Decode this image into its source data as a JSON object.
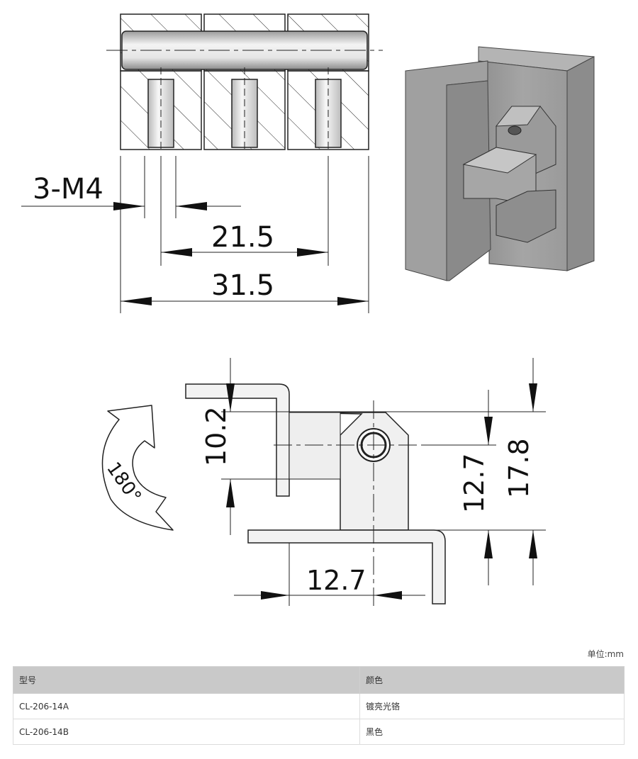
{
  "drawing": {
    "top_view": {
      "thread_label": "3-M4",
      "dim_hole_pitch": "21.5",
      "dim_total_length": "31.5"
    },
    "side_view": {
      "rotation_label": "180°",
      "dim_leaf_height": "10.2",
      "dim_pin_height": "12.7",
      "dim_overall_height": "17.8",
      "dim_offset": "12.7"
    }
  },
  "unit_note": "单位:mm",
  "spec_table": {
    "headers": [
      "型号",
      "颜色"
    ],
    "rows": [
      [
        "CL-206-14A",
        "镀亮光铬"
      ],
      [
        "CL-206-14B",
        "黑色"
      ]
    ]
  }
}
